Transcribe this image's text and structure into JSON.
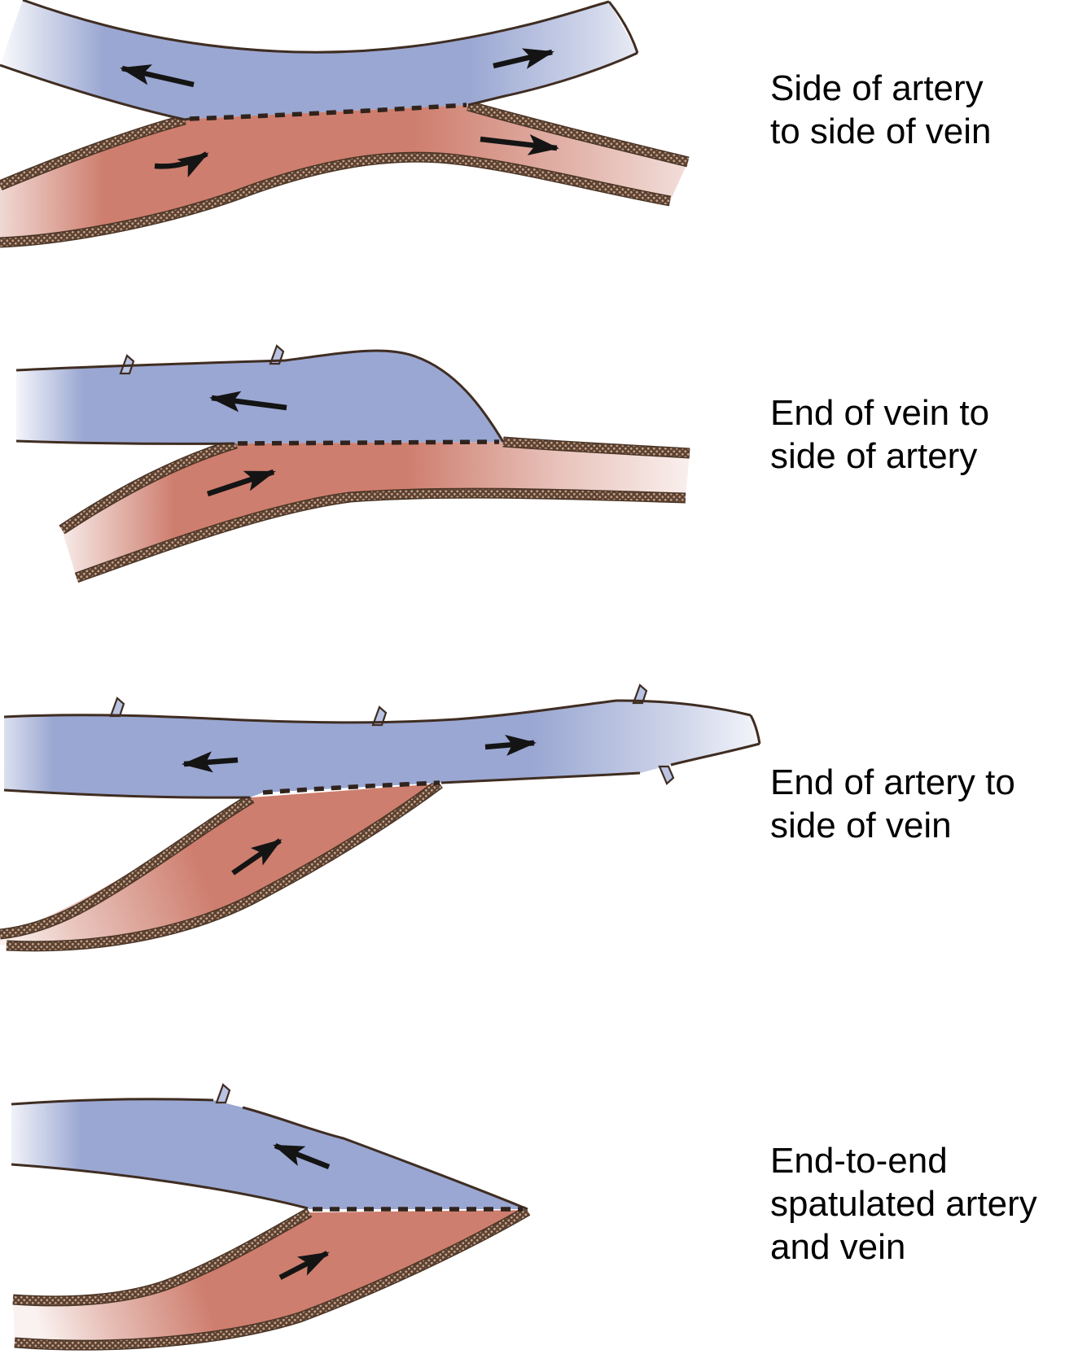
{
  "figure": {
    "type": "medical-diagram",
    "subject": "arteriovenous anastomosis configurations",
    "panels": [
      {
        "id": "side-to-side",
        "label_lines": [
          "Side of artery",
          "to side of vein"
        ],
        "vessels": [
          "vein",
          "artery"
        ],
        "junction": "dashed suture line",
        "flow_arrows": 4
      },
      {
        "id": "end-vein-to-side-artery",
        "label_lines": [
          "End of vein to",
          "side of artery"
        ],
        "vessels": [
          "vein",
          "artery"
        ],
        "junction": "dashed suture line",
        "flow_arrows": 2
      },
      {
        "id": "end-artery-to-side-vein",
        "label_lines": [
          "End of artery to",
          "side of vein"
        ],
        "vessels": [
          "vein",
          "artery"
        ],
        "junction": "dashed suture line",
        "flow_arrows": 3
      },
      {
        "id": "end-to-end-spatulated",
        "label_lines": [
          "End-to-end",
          "spatulated artery",
          "and vein"
        ],
        "vessels": [
          "vein",
          "artery"
        ],
        "junction": "dashed suture line",
        "flow_arrows": 2
      }
    ]
  },
  "colors": {
    "vein": "#9aa7d2",
    "vein_light": "#b9c3e3",
    "artery": "#ce7e6e",
    "outline": "#3f2d22",
    "wall_base": "#4a3526",
    "wall_mid": "#5d4232",
    "wall_dot": "#c3a38b",
    "dash": "#2f231c",
    "arrow": "#141414",
    "label_color": "#000000",
    "background": "#ffffff"
  }
}
